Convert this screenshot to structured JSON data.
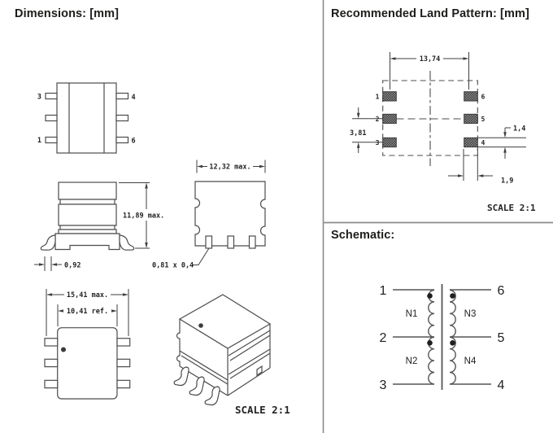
{
  "dimensions_panel": {
    "title": "Dimensions: [mm]",
    "top_view": {
      "pin_top_left": "3",
      "pin_top_right": "4",
      "pin_bottom_left": "1",
      "pin_bottom_right": "6"
    },
    "front_view": {
      "height": "11,89 max.",
      "lead_width": "0,92"
    },
    "side_view": {
      "width": "12,32 max.",
      "pad_size": "0,81 x 0,4"
    },
    "bottom_view": {
      "outer_width": "15,41 max.",
      "inner_width": "10,41 ref."
    },
    "scale_label": "SCALE 2:1"
  },
  "land_pattern_panel": {
    "title": "Recommended Land Pattern: [mm]",
    "dim_pitch_x": "13,74",
    "dim_pitch_y": "3,81",
    "dim_pad_height": "1,4",
    "dim_pad_width": "1,9",
    "pads": [
      "1",
      "2",
      "3",
      "6",
      "5",
      "4"
    ],
    "scale_label": "SCALE 2:1"
  },
  "schematic_panel": {
    "title": "Schematic:",
    "pins_left": [
      "1",
      "2",
      "3"
    ],
    "pins_right": [
      "6",
      "5",
      "4"
    ],
    "windings": [
      "N1",
      "N2",
      "N3",
      "N4"
    ]
  },
  "colors": {
    "line": "#4c4c4c",
    "text": "#1d1d1b",
    "divider": "#8a8a8a",
    "pad_fill": "#6e6e6e"
  }
}
